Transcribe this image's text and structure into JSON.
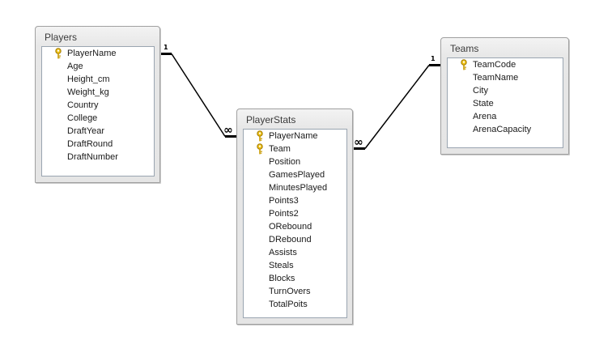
{
  "tables": [
    {
      "name": "Players",
      "fields": [
        {
          "name": "PlayerName",
          "is_key": true
        },
        {
          "name": "Age",
          "is_key": false
        },
        {
          "name": "Height_cm",
          "is_key": false
        },
        {
          "name": "Weight_kg",
          "is_key": false
        },
        {
          "name": "Country",
          "is_key": false
        },
        {
          "name": "College",
          "is_key": false
        },
        {
          "name": "DraftYear",
          "is_key": false
        },
        {
          "name": "DraftRound",
          "is_key": false
        },
        {
          "name": "DraftNumber",
          "is_key": false
        }
      ]
    },
    {
      "name": "PlayerStats",
      "fields": [
        {
          "name": "PlayerName",
          "is_key": true
        },
        {
          "name": "Team",
          "is_key": true
        },
        {
          "name": "Position",
          "is_key": false
        },
        {
          "name": "GamesPlayed",
          "is_key": false
        },
        {
          "name": "MinutesPlayed",
          "is_key": false
        },
        {
          "name": "Points3",
          "is_key": false
        },
        {
          "name": "Points2",
          "is_key": false
        },
        {
          "name": "ORebound",
          "is_key": false
        },
        {
          "name": "DRebound",
          "is_key": false
        },
        {
          "name": "Assists",
          "is_key": false
        },
        {
          "name": "Steals",
          "is_key": false
        },
        {
          "name": "Blocks",
          "is_key": false
        },
        {
          "name": "TurnOvers",
          "is_key": false
        },
        {
          "name": "TotalPoits",
          "is_key": false
        }
      ]
    },
    {
      "name": "Teams",
      "fields": [
        {
          "name": "TeamCode",
          "is_key": true
        },
        {
          "name": "TeamName",
          "is_key": false
        },
        {
          "name": "City",
          "is_key": false
        },
        {
          "name": "State",
          "is_key": false
        },
        {
          "name": "Arena",
          "is_key": false
        },
        {
          "name": "ArenaCapacity",
          "is_key": false
        }
      ]
    }
  ],
  "relationships": [
    {
      "from_table": "Players",
      "from_field": "PlayerName",
      "from_cardinality": "1",
      "to_table": "PlayerStats",
      "to_field": "PlayerName",
      "to_cardinality": "∞"
    },
    {
      "from_table": "Teams",
      "from_field": "TeamCode",
      "from_cardinality": "1",
      "to_table": "PlayerStats",
      "to_field": "Team",
      "to_cardinality": "∞"
    }
  ],
  "colors": {
    "canvas": "#ffffff",
    "box_border": "#a0a0a0",
    "list_border": "#9aa5b1",
    "key_icon": "#d1a000",
    "relationship_line": "#000000"
  },
  "icons": {
    "primary_key": "key-icon"
  }
}
